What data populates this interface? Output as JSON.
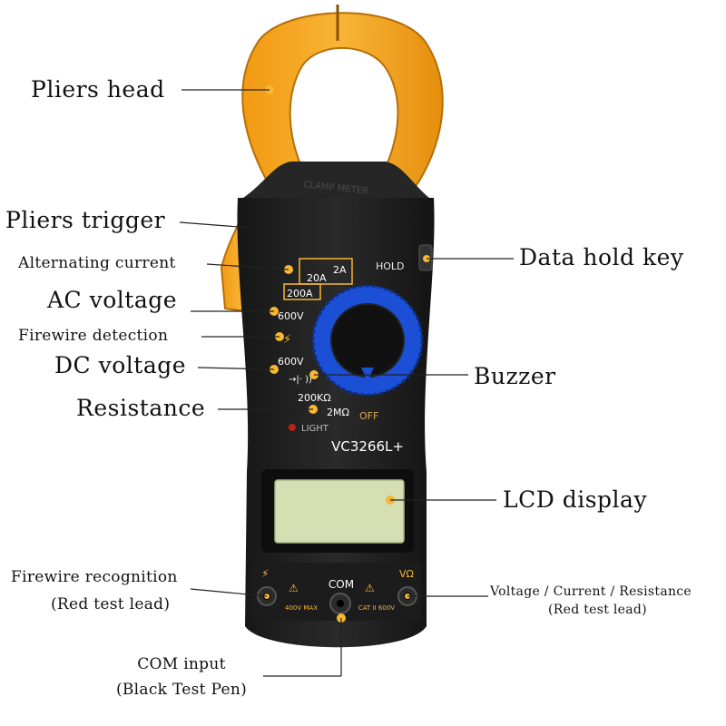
{
  "device": {
    "brand_mark": "CLAMP METER",
    "model": "VC3266L+",
    "hold_label": "HOLD",
    "light_label": "LIGHT",
    "off_label": "OFF",
    "range_2A": "2A",
    "range_20A": "20A",
    "range_200A": "200A",
    "range_600v_ac": "600V",
    "range_600v_dc": "600V",
    "range_200k": "200KΩ",
    "range_2m": "2MΩ",
    "port_com": "COM",
    "port_vohm": "VΩ",
    "port_note_left": "400V MAX",
    "port_note_right": "CAT II 600V"
  },
  "labels": {
    "pliers_head": "Pliers head",
    "pliers_trigger": "Pliers trigger",
    "alternating_current": "Alternating current",
    "ac_voltage": "AC voltage",
    "firewire_detection": "Firewire detection",
    "dc_voltage": "DC voltage",
    "resistance": "Resistance",
    "data_hold_key": "Data hold key",
    "buzzer": "Buzzer",
    "lcd_display": "LCD display",
    "firewire_recognition": "Firewire recognition",
    "firewire_recognition_sub": "(Red test lead)",
    "vcr": "Voltage / Current / Resistance",
    "vcr_sub": "(Red test lead)",
    "com_input": "COM input",
    "com_input_sub": "(Black Test Pen)"
  },
  "colors": {
    "clamp_yellow": "#f5a623",
    "body_black": "#1f1f1f",
    "dial_blue": "#1a4fd6",
    "lcd_green": "#d6dfb4",
    "marker_orange": "#f7b733",
    "light_red": "#c0201a"
  }
}
